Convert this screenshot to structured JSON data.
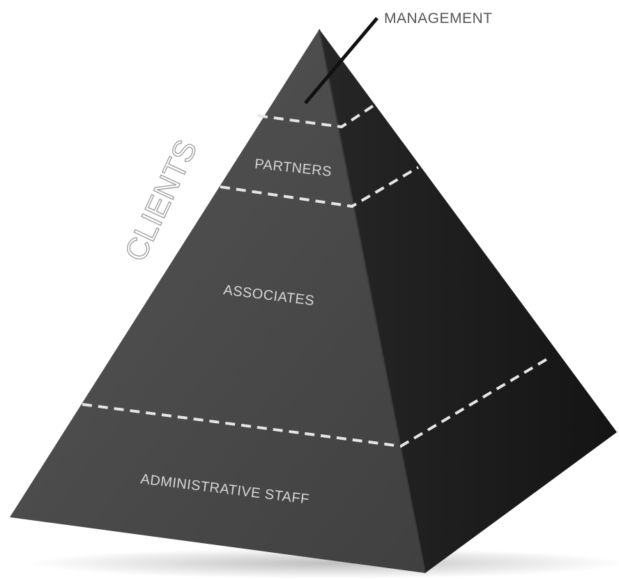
{
  "diagram": {
    "callout_label": "MANAGEMENT",
    "side_label": "CLIENTS",
    "tiers": {
      "partners": "PARTNERS",
      "associates": "ASSOCIATES",
      "administrative_staff": "ADMINISTRATIVE STAFF"
    }
  },
  "colors": {
    "front_face": "#4a4a4a",
    "right_face": "#1f1f1f",
    "dash_line": "#e6e6e6",
    "tier_text": "#d6d6d6",
    "side_text": "#9a9a9a",
    "callout_text": "#555555",
    "callout_line": "#111111"
  }
}
